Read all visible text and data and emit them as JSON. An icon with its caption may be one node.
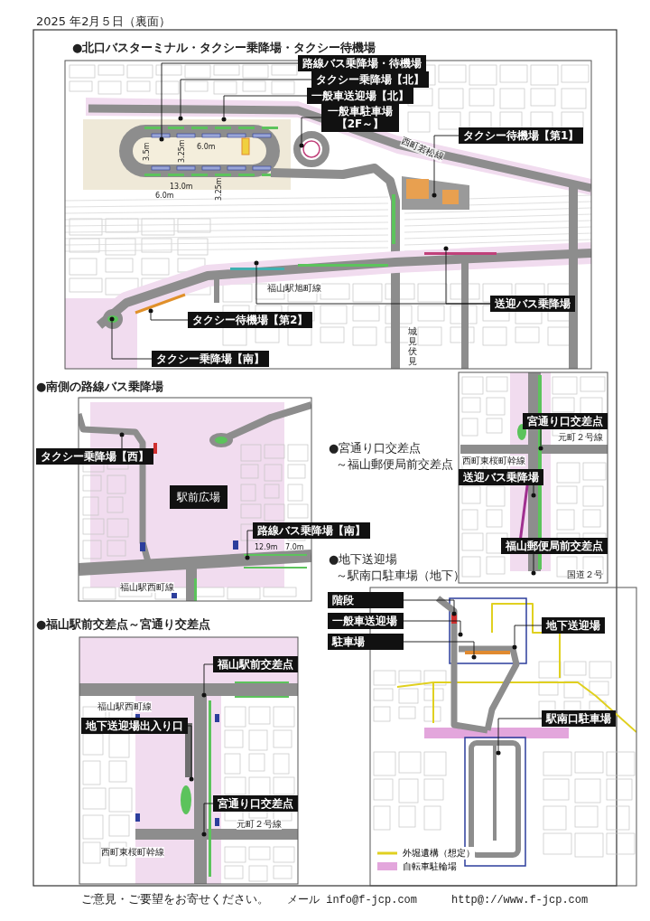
{
  "diagram": {
    "nodes": [
      {
        "text": [
          "路線バス乗降場・待機場"
        ]
      },
      {
        "text": [
          "タクシー乗降場【北】"
        ]
      },
      {
        "text": [
          "一般車送迎場【北】"
        ]
      },
      {
        "text": [
          "一般車駐車場【2F～】"
        ]
      },
      {
        "text": [
          "タクシー待機場【第1】"
        ]
      },
      {
        "text": [
          "送迎バス乗降場"
        ]
      },
      {
        "text": [
          "タクシー待機場【第2】"
        ]
      },
      {
        "text": [
          "タクシー乗降場【南】"
        ]
      },
      {
        "text": [
          "タクシー乗降場【西】"
        ]
      },
      {
        "text": [
          "駅前広場"
        ]
      },
      {
        "text": [
          "路線バス乗降場【南】"
        ]
      },
      {
        "text": [
          "宮通り口交差点"
        ]
      },
      {
        "text": [
          "送迎バス乗降場"
        ]
      },
      {
        "text": [
          "福山郵便局前交差点"
        ]
      },
      {
        "text": [
          "福山駅前交差点"
        ]
      },
      {
        "text": [
          "地下送迎場出入り口"
        ]
      },
      {
        "text": [
          "宮通り口交差点"
        ]
      },
      {
        "text": [
          "階段"
        ]
      },
      {
        "text": [
          "一般車送迎場"
        ]
      },
      {
        "text": [
          "駐車場"
        ]
      },
      {
        "text": [
          "地下送迎場"
        ]
      },
      {
        "text": [
          "駅南口駐車場"
        ]
      },
      {
        "text": [],
        "shape": "circle"
      },
      {
        "text": [],
        "shape": "circle"
      },
      {
        "text": [],
        "shape": "circle"
      },
      {
        "text": [],
        "shape": "circle"
      },
      {
        "text": [],
        "shape": "circle"
      },
      {
        "text": [],
        "shape": "circle"
      },
      {
        "text": [],
        "shape": "circle"
      },
      {
        "text": [],
        "shape": "circle"
      },
      {
        "text": [],
        "shape": "circle"
      },
      {
        "text": [],
        "shape": "circle"
      },
      {
        "text": [],
        "shape": "circle"
      },
      {
        "text": [],
        "shape": "circle"
      },
      {
        "text": [],
        "shape": "circle"
      },
      {
        "text": [],
        "shape": "circle"
      },
      {
        "text": [],
        "shape": "circle"
      },
      {
        "text": [],
        "shape": "circle"
      },
      {
        "text": [],
        "shape": "circle"
      },
      {
        "text": [],
        "shape": "circle"
      },
      {
        "text": [],
        "shape": "circle"
      },
      {
        "text": [],
        "shape": "circle"
      },
      {
        "text": [],
        "shape": "circle"
      },
      {
        "text": [],
        "shape": "circle"
      }
    ],
    "edges": [
      {
        "from": 0,
        "to": 22,
        "arrow": "none"
      },
      {
        "from": 1,
        "to": 23,
        "arrow": "none"
      },
      {
        "from": 2,
        "to": 24,
        "arrow": "none"
      },
      {
        "from": 3,
        "to": 25,
        "arrow": "none"
      },
      {
        "from": 4,
        "to": 26,
        "arrow": "none"
      },
      {
        "from": 5,
        "to": 27,
        "arrow": "none"
      },
      {
        "from": 5,
        "to": 28,
        "arrow": "none"
      },
      {
        "from": 6,
        "to": 29,
        "arrow": "none"
      },
      {
        "from": 7,
        "to": 30,
        "arrow": "none"
      },
      {
        "from": 8,
        "to": 31,
        "arrow": "none"
      },
      {
        "from": 10,
        "to": 32,
        "arrow": "none"
      },
      {
        "from": 11,
        "to": 33,
        "arrow": "none"
      },
      {
        "from": 12,
        "to": 34,
        "arrow": "none"
      },
      {
        "from": 13,
        "to": 35,
        "arrow": "none"
      },
      {
        "from": 14,
        "to": 36,
        "arrow": "none"
      },
      {
        "from": 15,
        "to": 37,
        "arrow": "none"
      },
      {
        "from": 16,
        "to": 38,
        "arrow": "none"
      },
      {
        "from": 17,
        "to": 39,
        "arrow": "none"
      },
      {
        "from": 18,
        "to": 40,
        "arrow": "none"
      },
      {
        "from": 19,
        "to": 41,
        "arrow": "none"
      },
      {
        "from": 20,
        "to": 42,
        "arrow": "none"
      },
      {
        "from": 21,
        "to": 43,
        "arrow": "none"
      }
    ],
    "labels": [
      "2025 年2月５日（裏面）",
      "●北口バスターミナル・タクシー乗降場・タクシー待機場",
      "3.5m",
      "3.25m",
      "6.0m",
      "13.0m",
      "6.0m",
      "3.25m",
      "西町若松線",
      "福山駅旭町線",
      "城見伏見",
      "●南側の路線バス乗降場",
      "12.9m",
      "7.0m",
      "福山駅西町線",
      "●宮通り口交差点",
      "～福山郵便局前交差点",
      "元町２号線",
      "西町東桜町幹線",
      "国道２号",
      "●地下送迎場",
      "～駅南口駐車場（地下）",
      "●福山駅前交差点～宮通り交差点",
      "福山駅西町線",
      "元町２号線",
      "西町東桜町幹線",
      "ご意見・ご要望をお寄せください。",
      "メール info@f-jcp.com",
      "http@://www.f-jcp.com"
    ],
    "legend": [
      {
        "text": "外堀遺構（想定）"
      },
      {
        "text": "自転車駐輪場",
        "color": "#e3a6dc"
      }
    ]
  }
}
